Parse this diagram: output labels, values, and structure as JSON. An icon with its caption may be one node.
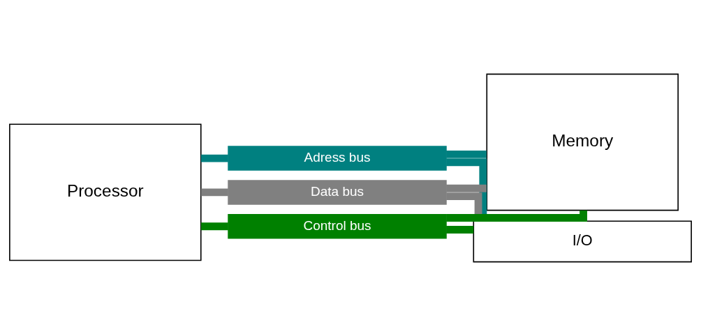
{
  "diagram": {
    "nodes": [
      {
        "text": [
          "Processor"
        ]
      },
      {
        "text": [
          "Adress bus"
        ]
      },
      {
        "text": [
          "Memory"
        ]
      },
      {
        "text": [
          "Data bus"
        ]
      },
      {
        "text": [
          "Control bus"
        ]
      },
      {
        "text": [
          "I/O"
        ]
      }
    ],
    "edges": [
      {
        "from": 0,
        "to": 1,
        "arrow": "none",
        "color": "#008080"
      },
      {
        "from": 1,
        "to": 2,
        "arrow": "none",
        "color": "#008080"
      },
      {
        "from": 1,
        "to": 5,
        "arrow": "none",
        "color": "#008080"
      },
      {
        "from": 0,
        "to": 3,
        "arrow": "none",
        "color": "#808080"
      },
      {
        "from": 3,
        "to": 2,
        "arrow": "none",
        "color": "#808080"
      },
      {
        "from": 3,
        "to": 5,
        "arrow": "none",
        "color": "#808080"
      },
      {
        "from": 0,
        "to": 4,
        "arrow": "none",
        "color": "#008000"
      },
      {
        "from": 4,
        "to": 2,
        "arrow": "none",
        "color": "#008000"
      },
      {
        "from": 4,
        "to": 5,
        "arrow": "none",
        "color": "#008000"
      }
    ]
  }
}
